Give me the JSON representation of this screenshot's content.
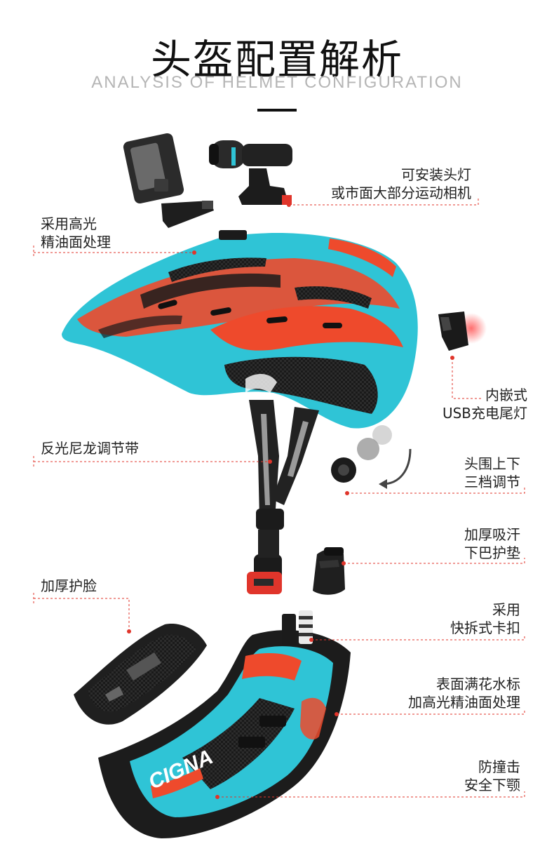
{
  "header": {
    "title": "头盔配置解析",
    "subtitle": "ANALYSIS OF HELMET CONFIGURATION"
  },
  "callouts": [
    {
      "id": "mount",
      "lines": [
        "可安装头灯",
        "或市面大部分运动相机"
      ]
    },
    {
      "id": "gloss",
      "lines": [
        "采用高光",
        "精油面处理"
      ]
    },
    {
      "id": "taillight",
      "lines": [
        "内嵌式",
        "USB充电尾灯"
      ]
    },
    {
      "id": "strap",
      "lines": [
        "反光尼龙调节带"
      ]
    },
    {
      "id": "adjust",
      "lines": [
        "头围上下",
        "三档调节"
      ]
    },
    {
      "id": "chinpad",
      "lines": [
        "加厚吸汗",
        "下巴护垫"
      ]
    },
    {
      "id": "facepad",
      "lines": [
        "加厚护脸"
      ]
    },
    {
      "id": "buckle",
      "lines": [
        "采用",
        "快拆式卡扣"
      ]
    },
    {
      "id": "watermark",
      "lines": [
        "表面满花水标",
        "加高光精油面处理"
      ]
    },
    {
      "id": "chinguard",
      "lines": [
        "防撞击",
        "安全下颚"
      ]
    }
  ],
  "chinguard_brand": "CIGNA",
  "colors": {
    "accent_red": "#e0352b",
    "helmet_cyan": "#2fc4d6",
    "helmet_orange": "#ee4a2c",
    "helmet_black": "#1b1b1b"
  },
  "icons": [
    "action-camera-icon",
    "headlight-icon",
    "tail-light-icon",
    "helmet-icon",
    "chin-pad-icon",
    "face-pad-icon",
    "chin-guard-icon"
  ]
}
